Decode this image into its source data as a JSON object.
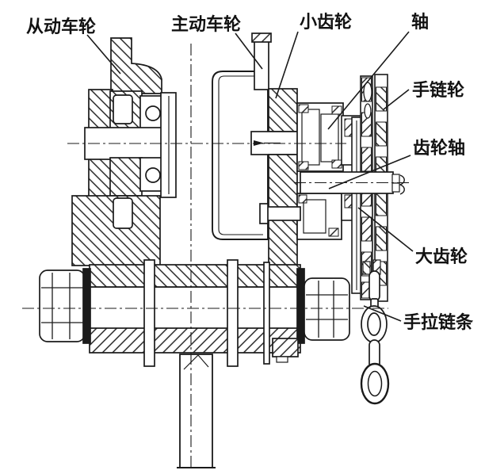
{
  "figure": {
    "type": "mechanical-section-diagram",
    "background": "#ffffff",
    "line_color": "#1a1a1a",
    "labels": {
      "driven_wheel": "从动车轮",
      "driving_wheel": "主动车轮",
      "small_gear": "小齿轮",
      "shaft": "轴",
      "hand_chain_wheel": "手链轮",
      "gear_shaft": "齿轮轴",
      "large_gear": "大齿轮",
      "hand_pull_chain": "手拉链条"
    }
  }
}
